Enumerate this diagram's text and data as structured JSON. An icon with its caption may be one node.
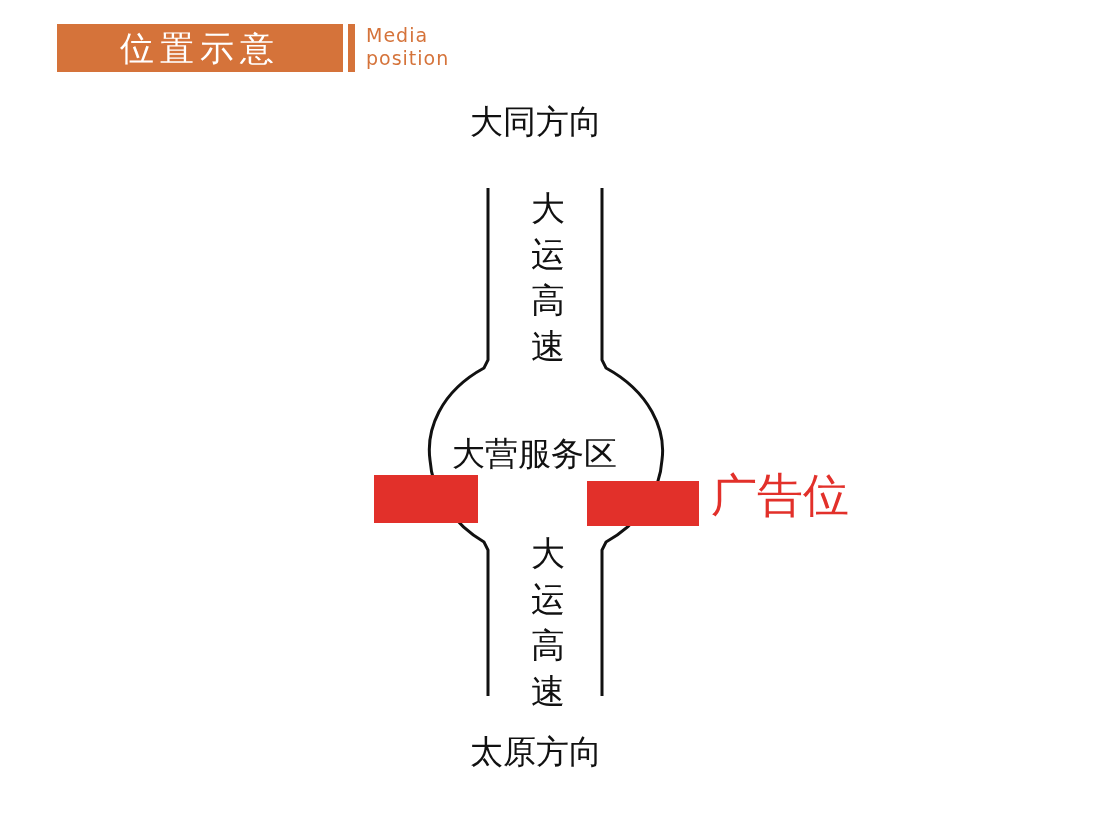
{
  "diagram": {
    "title": "位置示意",
    "nodes": [
      {
        "text": [
          "大营服务区"
        ]
      },
      {
        "text": [],
        "shape": "bar"
      },
      {
        "text": [],
        "shape": "bar",
        "beside": [
          "广告位"
        ]
      }
    ],
    "edges": [],
    "labels": [
      "Media position",
      "大同方向",
      "大运高速",
      "大运高速",
      "太原方向"
    ]
  }
}
